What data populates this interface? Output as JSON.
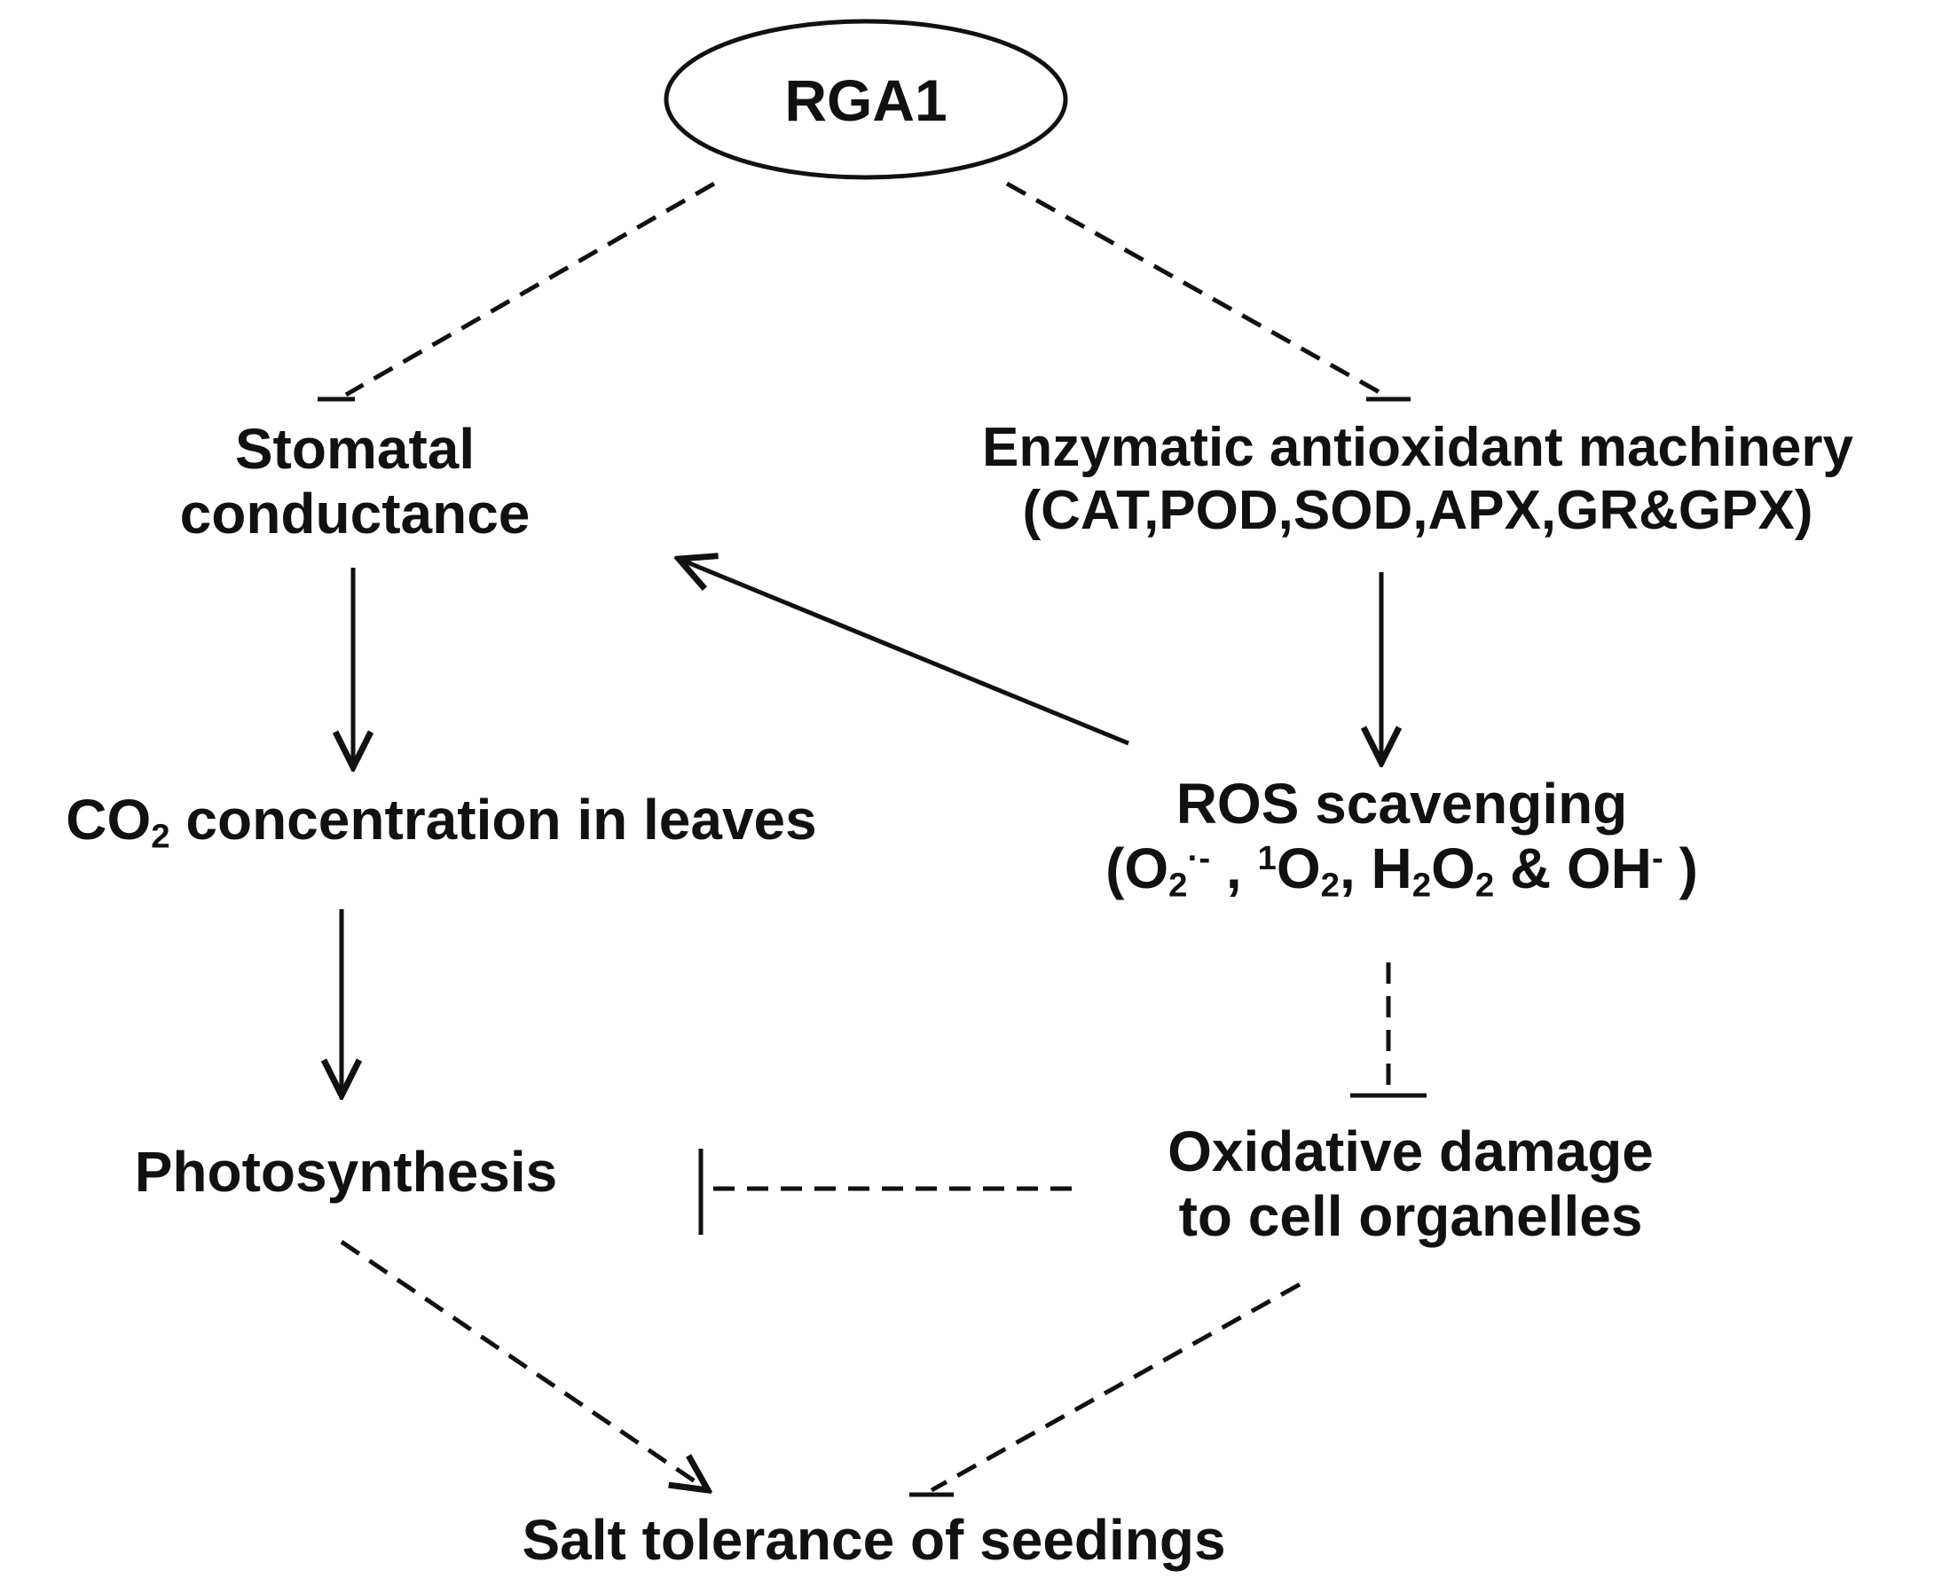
{
  "diagram": {
    "nodes": {
      "rga1": {
        "label": "RGA1"
      },
      "stomatal": {
        "line1": "Stomatal",
        "line2": "conductance"
      },
      "enzymatic": {
        "line1": "Enzymatic antioxidant machinery",
        "line2": "(CAT,POD,SOD,APX,GR&GPX)"
      },
      "co2": {
        "pre": "CO",
        "sub": "2",
        "post": " concentration in leaves"
      },
      "ros": {
        "line1": "ROS scavenging",
        "line2": {
          "open": "(O",
          "sub1": "2",
          "sup1": "·-",
          "sep1": " , ",
          "sup2": "1",
          "o2": "O",
          "sub2": "2",
          "sep2": ", H",
          "sub3": "2",
          "o3": "O",
          "sub4": "2",
          "amp": " & OH",
          "sup3": "-",
          "close": " )"
        }
      },
      "photosynthesis": {
        "label": "Photosynthesis"
      },
      "oxidative": {
        "line1": "Oxidative damage",
        "line2": "to cell organelles"
      },
      "salt": {
        "label": "Salt tolerance of seedings"
      }
    },
    "edges": [
      {
        "id": "rga1-stomatal",
        "style": "dashed",
        "head": "inhibit"
      },
      {
        "id": "rga1-enzymatic",
        "style": "dashed",
        "head": "inhibit"
      },
      {
        "id": "stomatal-co2",
        "style": "solid",
        "head": "arrow"
      },
      {
        "id": "co2-photosynthesis",
        "style": "solid",
        "head": "arrow"
      },
      {
        "id": "enzymatic-ros",
        "style": "solid",
        "head": "arrow"
      },
      {
        "id": "ros-stomatal",
        "style": "solid",
        "head": "arrow"
      },
      {
        "id": "ros-oxidative",
        "style": "dashed",
        "head": "inhibit"
      },
      {
        "id": "oxidative-photosynthesis",
        "style": "dashed",
        "head": "inhibit"
      },
      {
        "id": "photosynthesis-salt",
        "style": "dashed",
        "head": "arrow"
      },
      {
        "id": "oxidative-salt",
        "style": "dashed",
        "head": "inhibit"
      }
    ],
    "colors": {
      "line": "#111111",
      "background": "#ffffff"
    }
  }
}
